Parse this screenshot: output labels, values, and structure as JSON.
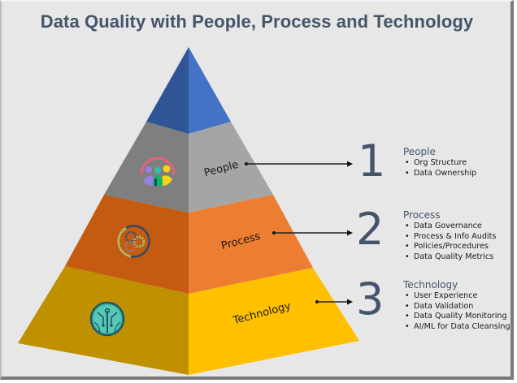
{
  "title": "Data Quality with People, Process and Technology",
  "colors": {
    "background": "#e7e7e7",
    "title": "#44546a",
    "apex_left": "#2f5597",
    "apex_right": "#4472c4",
    "people_left": "#7f7f7f",
    "people_right": "#a5a5a5",
    "process_left": "#c55a11",
    "process_right": "#ed7d31",
    "technology_left": "#bf9000",
    "technology_right": "#ffc000"
  },
  "pyramid": {
    "levels": [
      {
        "label": "People",
        "icon": "people-group-icon"
      },
      {
        "label": "Process",
        "icon": "gears-cycle-icon"
      },
      {
        "label": "Technology",
        "icon": "circuit-brain-icon"
      }
    ]
  },
  "pillars": [
    {
      "number": "1",
      "heading": "People",
      "bullets": [
        "Org Structure",
        "Data Ownership"
      ]
    },
    {
      "number": "2",
      "heading": "Process",
      "bullets": [
        "Data Governance",
        "Process & Info Audits",
        "Policies/Procedures",
        "Data Quality Metrics"
      ]
    },
    {
      "number": "3",
      "heading": "Technology",
      "bullets": [
        "User Experience",
        "Data Validation",
        "Data Quality Monitoring",
        "AI/ML for Data Cleansing"
      ]
    }
  ]
}
